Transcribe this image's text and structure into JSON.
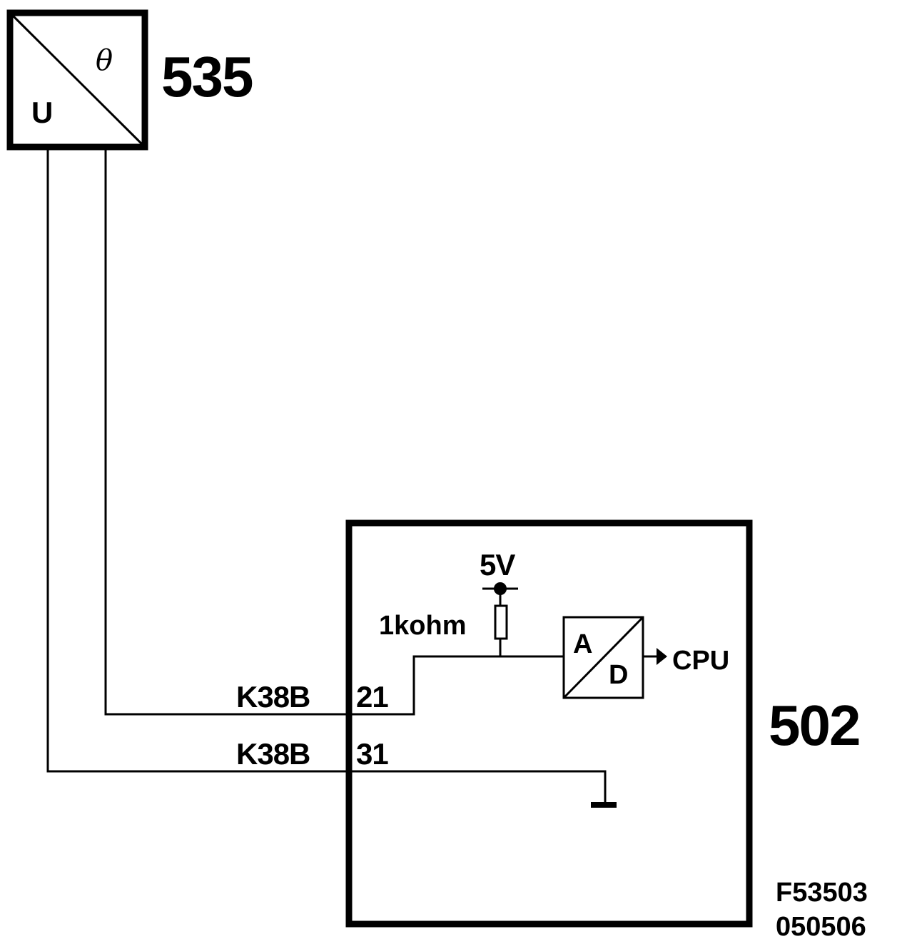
{
  "sensor": {
    "id": "535",
    "output_label": "U",
    "input_symbol": "θ"
  },
  "control_unit": {
    "id": "502",
    "supply_label": "5V",
    "resistor_label": "1kohm",
    "converter_input": "A",
    "converter_output": "D",
    "output_label": "CPU"
  },
  "connections": [
    {
      "connector": "K38B",
      "pin": "21"
    },
    {
      "connector": "K38B",
      "pin": "31"
    }
  ],
  "figure_ref": {
    "code": "F53503",
    "date": "050506"
  }
}
